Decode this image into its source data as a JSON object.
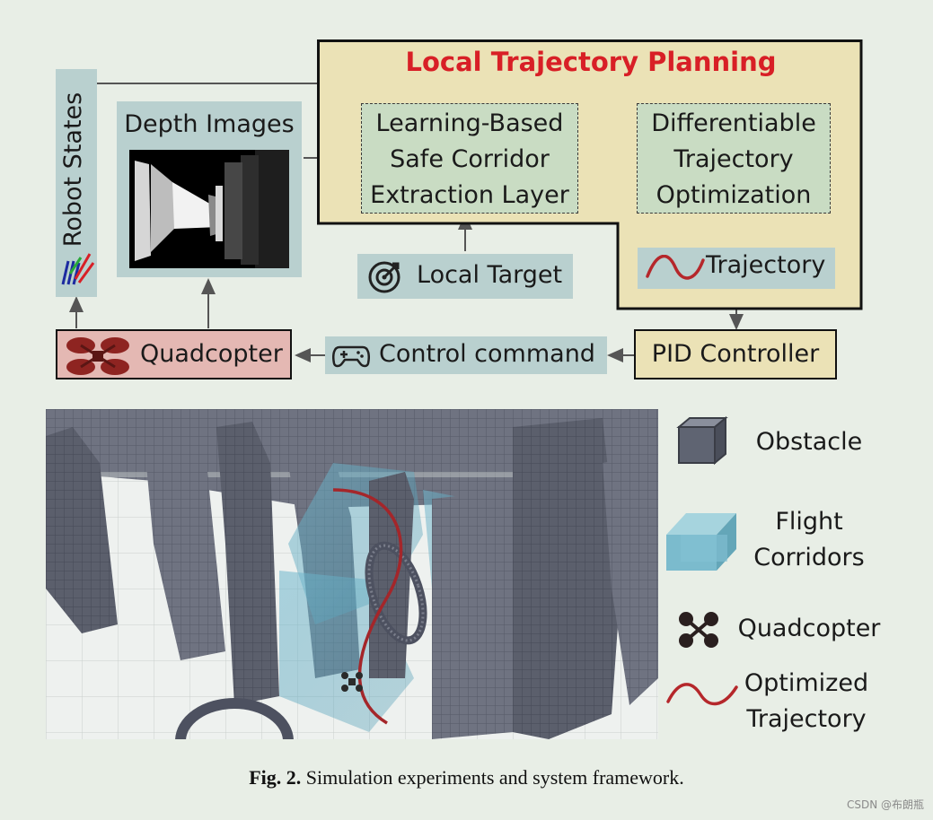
{
  "framework": {
    "title": "Local Trajectory Planning",
    "robot_states": "Robot States",
    "depth_images": "Depth Images",
    "extraction_layer": [
      "Learning-Based",
      "Safe Corridor",
      "Extraction Layer"
    ],
    "optimization": [
      "Differentiable",
      "Trajectory",
      "Optimization"
    ],
    "local_target": "Local Target",
    "trajectory": "Trajectory",
    "pid_controller": "PID Controller",
    "control_command": "Control command",
    "quadcopter": "Quadcopter",
    "colors": {
      "title_red": "#d81f26",
      "planning_bg": "#ebe2b6",
      "module_green": "#c9dcc3",
      "quadcopter_bg": "#e4b8b3",
      "label_panel": "#b9d0cf",
      "trajectory_red": "#b5272b"
    }
  },
  "legend": {
    "obstacle": "Obstacle",
    "flight_corridors": [
      "Flight",
      "Corridors"
    ],
    "quadcopter": "Quadcopter",
    "optimized_trajectory": [
      "Optimized",
      "Trajectory"
    ]
  },
  "caption": {
    "label": "Fig. 2.",
    "text": " Simulation experiments and system framework."
  },
  "watermark": "CSDN @布朗瓶"
}
